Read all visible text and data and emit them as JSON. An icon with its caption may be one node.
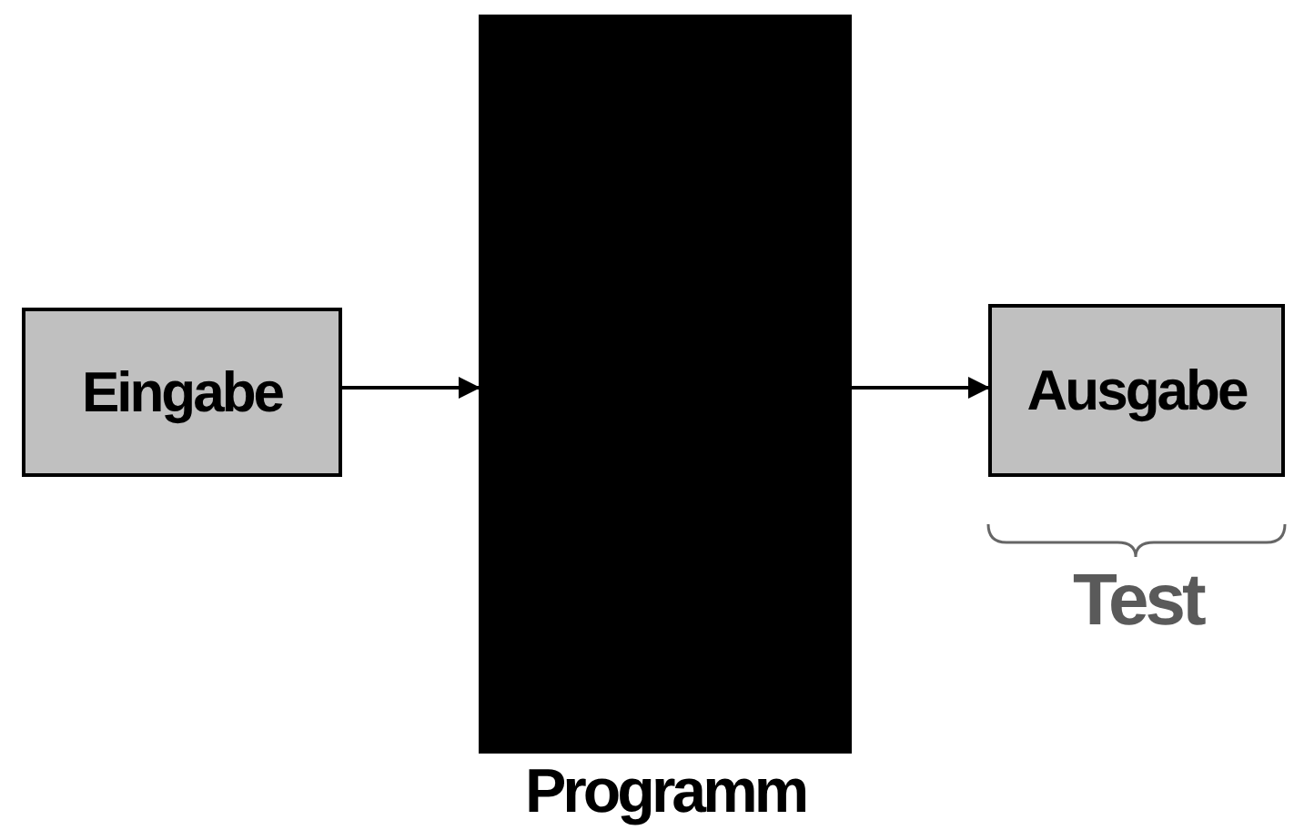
{
  "diagram": {
    "nodes": [
      {
        "text": [
          "Eingabe"
        ]
      },
      {
        "text": [],
        "shape": "box",
        "beside": [
          "Programm"
        ]
      },
      {
        "text": [
          "Ausgabe"
        ]
      }
    ],
    "edges": [
      {
        "from": 0,
        "to": 1,
        "arrow": "to"
      },
      {
        "from": 1,
        "to": 2,
        "arrow": "to"
      }
    ],
    "labels": [
      "Test"
    ]
  }
}
